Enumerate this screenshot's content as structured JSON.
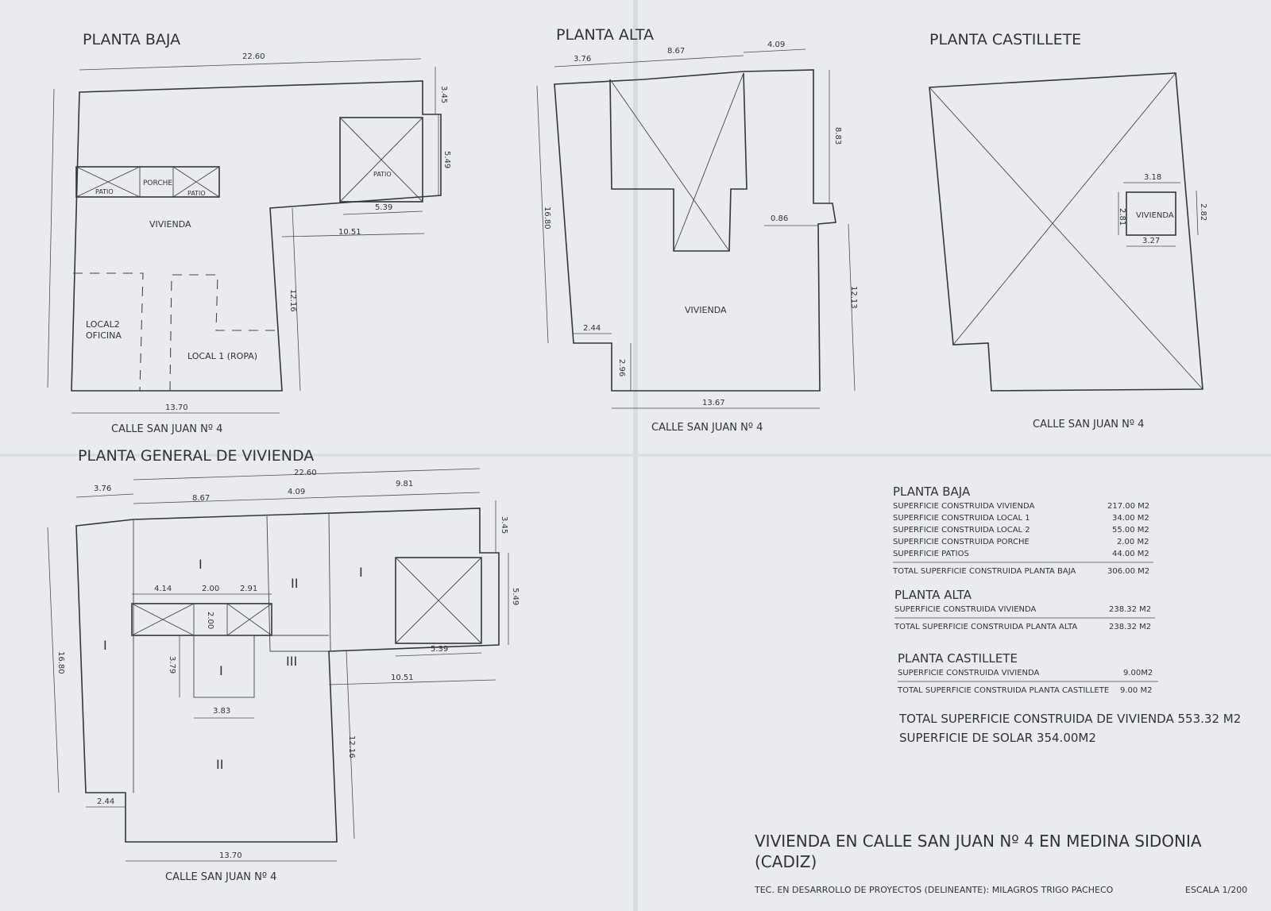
{
  "plans": {
    "baja": {
      "title": "PLANTA BAJA",
      "street": "CALLE SAN JUAN Nº 4",
      "labels": {
        "vivienda": "VIVIENDA",
        "porche": "PORCHE",
        "patio_a": "PATIO",
        "patio_b": "PATIO",
        "patio_c": "PATIO",
        "local2a": "LOCAL2",
        "local2b": "OFICINA",
        "local1": "LOCAL 1 (ROPA)"
      },
      "dims": {
        "d1": "22.60",
        "d2": "3.45",
        "d3": "5.49",
        "d4": "5.39",
        "d5": "10.51",
        "d6": "12.16",
        "d7": "13.70"
      }
    },
    "alta": {
      "title": "PLANTA ALTA",
      "street": "CALLE SAN JUAN Nº 4",
      "labels": {
        "vivienda": "VIVIENDA"
      },
      "dims": {
        "d1": "3.76",
        "d2": "8.67",
        "d3": "4.09",
        "d4": "8.83",
        "d5": "16.80",
        "d6": "0.86",
        "d7": "12.13",
        "d8": "2.44",
        "d9": "2.96",
        "d10": "13.67"
      }
    },
    "castillete": {
      "title": "PLANTA CASTILLETE",
      "street": "CALLE SAN JUAN Nº 4",
      "labels": {
        "vivienda": "VIVIENDA"
      },
      "dims": {
        "d1": "3.18",
        "d2": "2.81",
        "d3": "2.82",
        "d4": "3.27"
      }
    },
    "general": {
      "title": "PLANTA GENERAL DE VIVIENDA",
      "street": "CALLE SAN JUAN Nº 4",
      "labels": {
        "r1": "I",
        "r2": "II",
        "r3": "I",
        "r4": "I",
        "r5": "I",
        "r6": "III",
        "r7": "II"
      },
      "dims": {
        "d1": "22.60",
        "d2": "3.76",
        "d3": "8.67",
        "d4": "4.09",
        "d5": "9.81",
        "d6": "3.45",
        "d7": "5.49",
        "d8": "4.14",
        "d9": "2.00",
        "d10": "2.91",
        "d11": "2.00",
        "d12": "16.80",
        "d13": "3.79",
        "d14": "3.83",
        "d15": "5.39",
        "d16": "10.51",
        "d17": "12.16",
        "d18": "2.44",
        "d19": "13.70"
      }
    }
  },
  "summary": {
    "baja": {
      "heading": "PLANTA BAJA",
      "rows": [
        {
          "label": "SUPERFICIE CONSTRUIDA VIVIENDA",
          "value": "217.00 M2"
        },
        {
          "label": "SUPERFICIE CONSTRUIDA LOCAL 1",
          "value": "34.00 M2"
        },
        {
          "label": "SUPERFICIE CONSTRUIDA LOCAL 2",
          "value": "55.00 M2"
        },
        {
          "label": "SUPERFICIE CONSTRUIDA PORCHE",
          "value": "2.00 M2"
        },
        {
          "label": "SUPERFICIE PATIOS",
          "value": "44.00 M2"
        }
      ],
      "total_label": "TOTAL SUPERFICIE CONSTRUIDA PLANTA BAJA",
      "total_value": "306.00 M2"
    },
    "alta": {
      "heading": "PLANTA ALTA",
      "rows": [
        {
          "label": "SUPERFICIE CONSTRUIDA VIVIENDA",
          "value": "238.32 M2"
        }
      ],
      "total_label": "TOTAL SUPERFICIE CONSTRUIDA PLANTA ALTA",
      "total_value": "238.32 M2"
    },
    "castillete": {
      "heading": "PLANTA CASTILLETE",
      "rows": [
        {
          "label": "SUPERFICIE CONSTRUIDA VIVIENDA",
          "value": "9.00M2"
        }
      ],
      "total_label": "TOTAL SUPERFICIE CONSTRUIDA PLANTA CASTILLETE",
      "total_value": "9.00 M2"
    },
    "total_vivienda": "TOTAL SUPERFICIE CONSTRUIDA DE VIVIENDA 553.32 M2",
    "solar": "SUPERFICIE DE SOLAR  354.00M2"
  },
  "project": {
    "title_line1": "VIVIENDA EN CALLE SAN JUAN Nº 4 EN MEDINA SIDONIA",
    "title_line2": "(CADIZ)",
    "author": "TEC. EN DESARROLLO DE PROYECTOS (DELINEANTE):    MILAGROS TRIGO PACHECO",
    "scale": "ESCALA 1/200"
  }
}
